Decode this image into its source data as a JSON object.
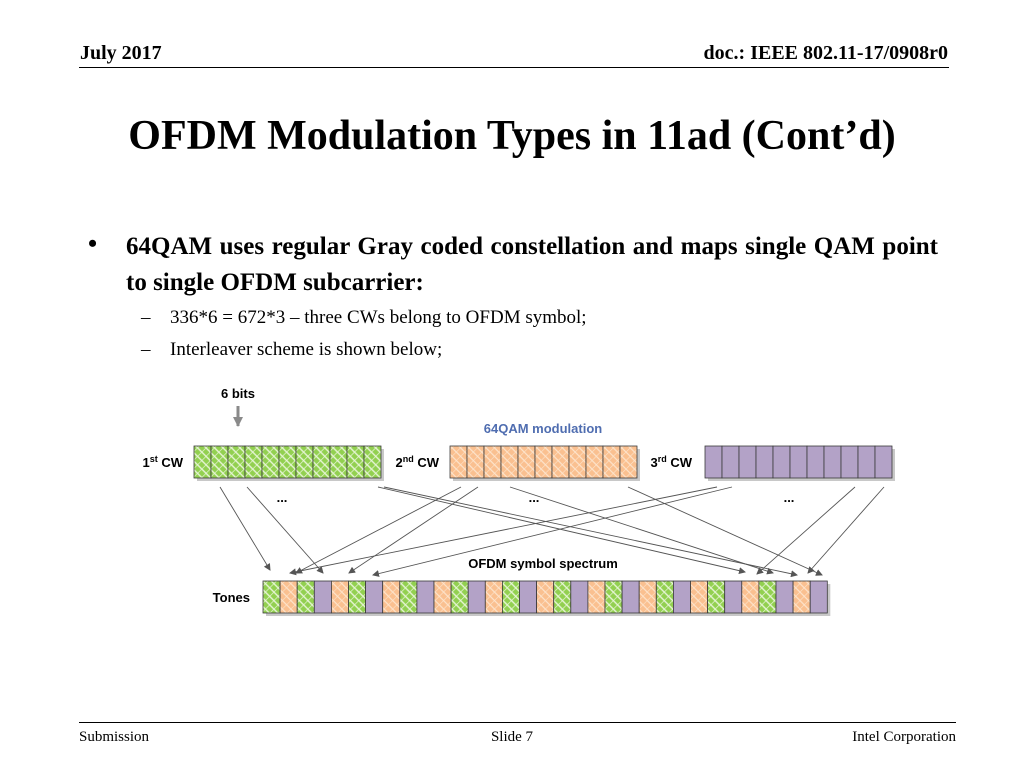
{
  "header": {
    "date": "July 2017",
    "doc": "doc.: IEEE 802.11-17/0908r0"
  },
  "title": "OFDM Modulation Types in 11ad (Cont’d)",
  "bullet": {
    "marker": "•",
    "text": "64QAM uses regular Gray coded constellation and maps single QAM point to single OFDM subcarrier:",
    "subitems": [
      "336*6 = 672*3 – three CWs belong to OFDM symbol;",
      "Interleaver scheme is shown below;"
    ]
  },
  "diagram": {
    "bits_label": "6 bits",
    "modulation_label": "64QAM modulation",
    "spectrum_label": "OFDM symbol spectrum",
    "tones_label": "Tones",
    "ellipsis": "...",
    "codewords": [
      {
        "num": "1",
        "sup": "st",
        "suffix": " CW",
        "color": "#92d050",
        "pattern": "hatch"
      },
      {
        "num": "2",
        "sup": "nd",
        "suffix": " CW",
        "color": "#fac090",
        "pattern": "hatch"
      },
      {
        "num": "3",
        "sup": "rd",
        "suffix": " CW",
        "color": "#b3a2c7",
        "pattern": "solid"
      }
    ],
    "cells_per_codeword": 11,
    "tone_count": 33,
    "tone_sequence": [
      "1",
      "2",
      "1",
      "3",
      "2",
      "1",
      "3",
      "2",
      "1",
      "3",
      "2",
      "1",
      "3",
      "2",
      "1",
      "3",
      "2",
      "1",
      "3",
      "2",
      "1",
      "3",
      "2",
      "1",
      "3",
      "2",
      "1",
      "3",
      "2",
      "1",
      "3",
      "2",
      "3"
    ]
  },
  "footer": {
    "left": "Submission",
    "center": "Slide 7",
    "right": "Intel Corporation"
  }
}
